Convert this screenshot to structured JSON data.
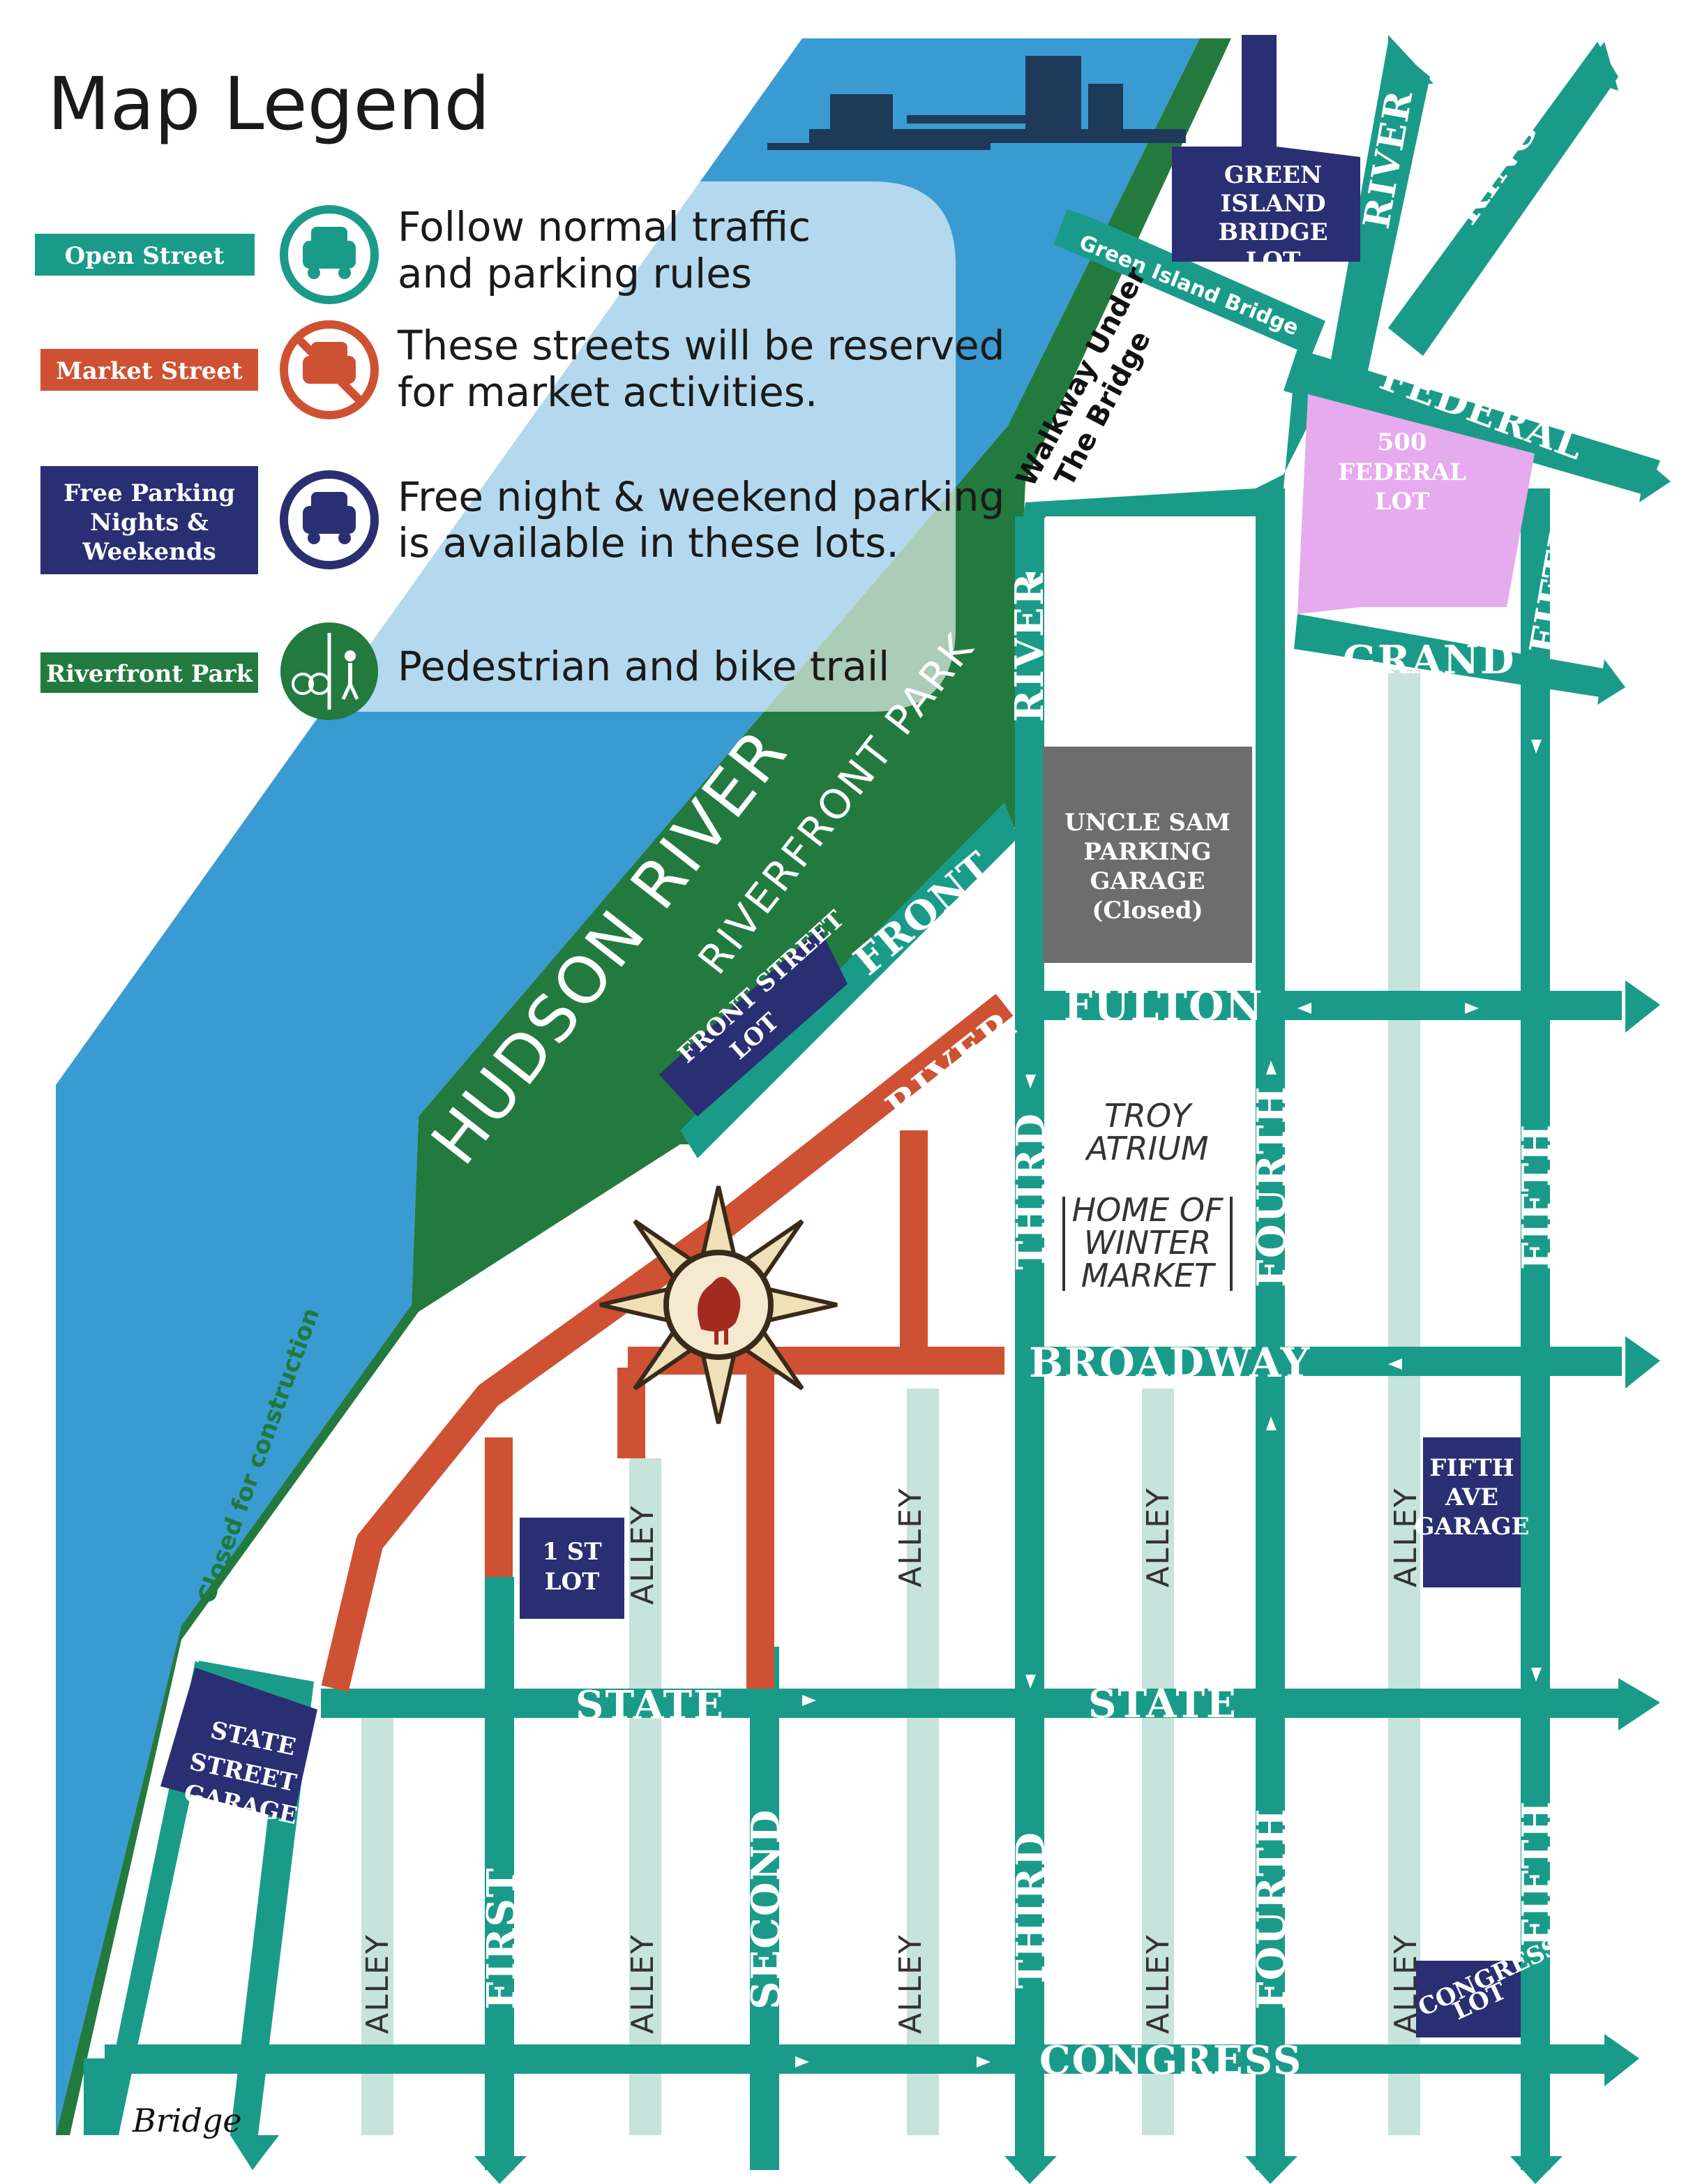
{
  "legend": {
    "title": "Map Legend",
    "items": [
      {
        "badge": "Open Street",
        "text_line1": "Follow normal traffic",
        "text_line2": "and parking rules",
        "color": "#1a9b89"
      },
      {
        "badge": "Market Street",
        "text_line1": "These streets will be reserved",
        "text_line2": "for market activities.",
        "color": "#cf5133"
      },
      {
        "badge_line1": "Free Parking",
        "badge_line2": "Nights &",
        "badge_line3": "Weekends",
        "text_line1": "Free night & weekend parking",
        "text_line2": "is available in these lots.",
        "color": "#2a2e72"
      },
      {
        "badge": "Riverfront Park",
        "text_line1": "Pedestrian and bike trail",
        "color": "#237a3f"
      }
    ]
  },
  "colors": {
    "open_street": "#1a9b89",
    "market_street": "#cf5133",
    "parking": "#2a2e72",
    "park": "#237a3f",
    "river": "#3a9bd2",
    "alley": "#c6e3dc",
    "closed_garage": "#6d6d6d",
    "federal_lot": "#e6aaee"
  },
  "water": {
    "label": "HUDSON RIVER"
  },
  "park": {
    "label": "RIVERFRONT PARK",
    "closed_note": "Closed for construction"
  },
  "bridges": {
    "green_island": "Green Island Bridge",
    "walkway_line1": "Walkway Under",
    "walkway_line2": "The Bridge",
    "bottom_bridge": "Bridge"
  },
  "streets": {
    "river": "RIVER",
    "king": "KING",
    "federal": "FEDERAL",
    "grand": "GRAND",
    "fifth": "FIFTH",
    "front": "FRONT",
    "fulton": "FULTON",
    "third": "THIRD",
    "fourth": "FOURTH",
    "broadway": "BROADWAY",
    "state": "STATE",
    "first": "FIRST",
    "second": "SECOND",
    "congress": "CONGRESS",
    "alley": "ALLEY"
  },
  "lots": {
    "green_island_line1": "GREEN",
    "green_island_line2": "ISLAND",
    "green_island_line3": "BRIDGE",
    "green_island_line4": "LOT",
    "federal_line1": "500",
    "federal_line2": "FEDERAL",
    "federal_line3": "LOT",
    "uncle_sam_line1": "UNCLE SAM",
    "uncle_sam_line2": "PARKING",
    "uncle_sam_line3": "GARAGE",
    "uncle_sam_line4": "(Closed)",
    "front_street_line1": "FRONT STREET",
    "front_street_line2": "LOT",
    "first_st_line1": "1 ST",
    "first_st_line2": "LOT",
    "fifth_ave_line1": "FIFTH",
    "fifth_ave_line2": "AVE",
    "fifth_ave_line3": "GARAGE",
    "state_street_line1": "STATE",
    "state_street_line2": "STREET",
    "state_street_line3": "GARAGE",
    "congress_line1": "CONGRESS",
    "congress_line2": "LOT"
  },
  "atrium": {
    "line1": "TROY",
    "line2": "ATRIUM",
    "line3": "HOME OF",
    "line4": "WINTER",
    "line5": "MARKET"
  },
  "icons": [
    "car-icon",
    "no-car-icon",
    "parking-car-icon",
    "pedestrian-bike-icon",
    "sun-rooster-logo",
    "bridge-illustration"
  ]
}
